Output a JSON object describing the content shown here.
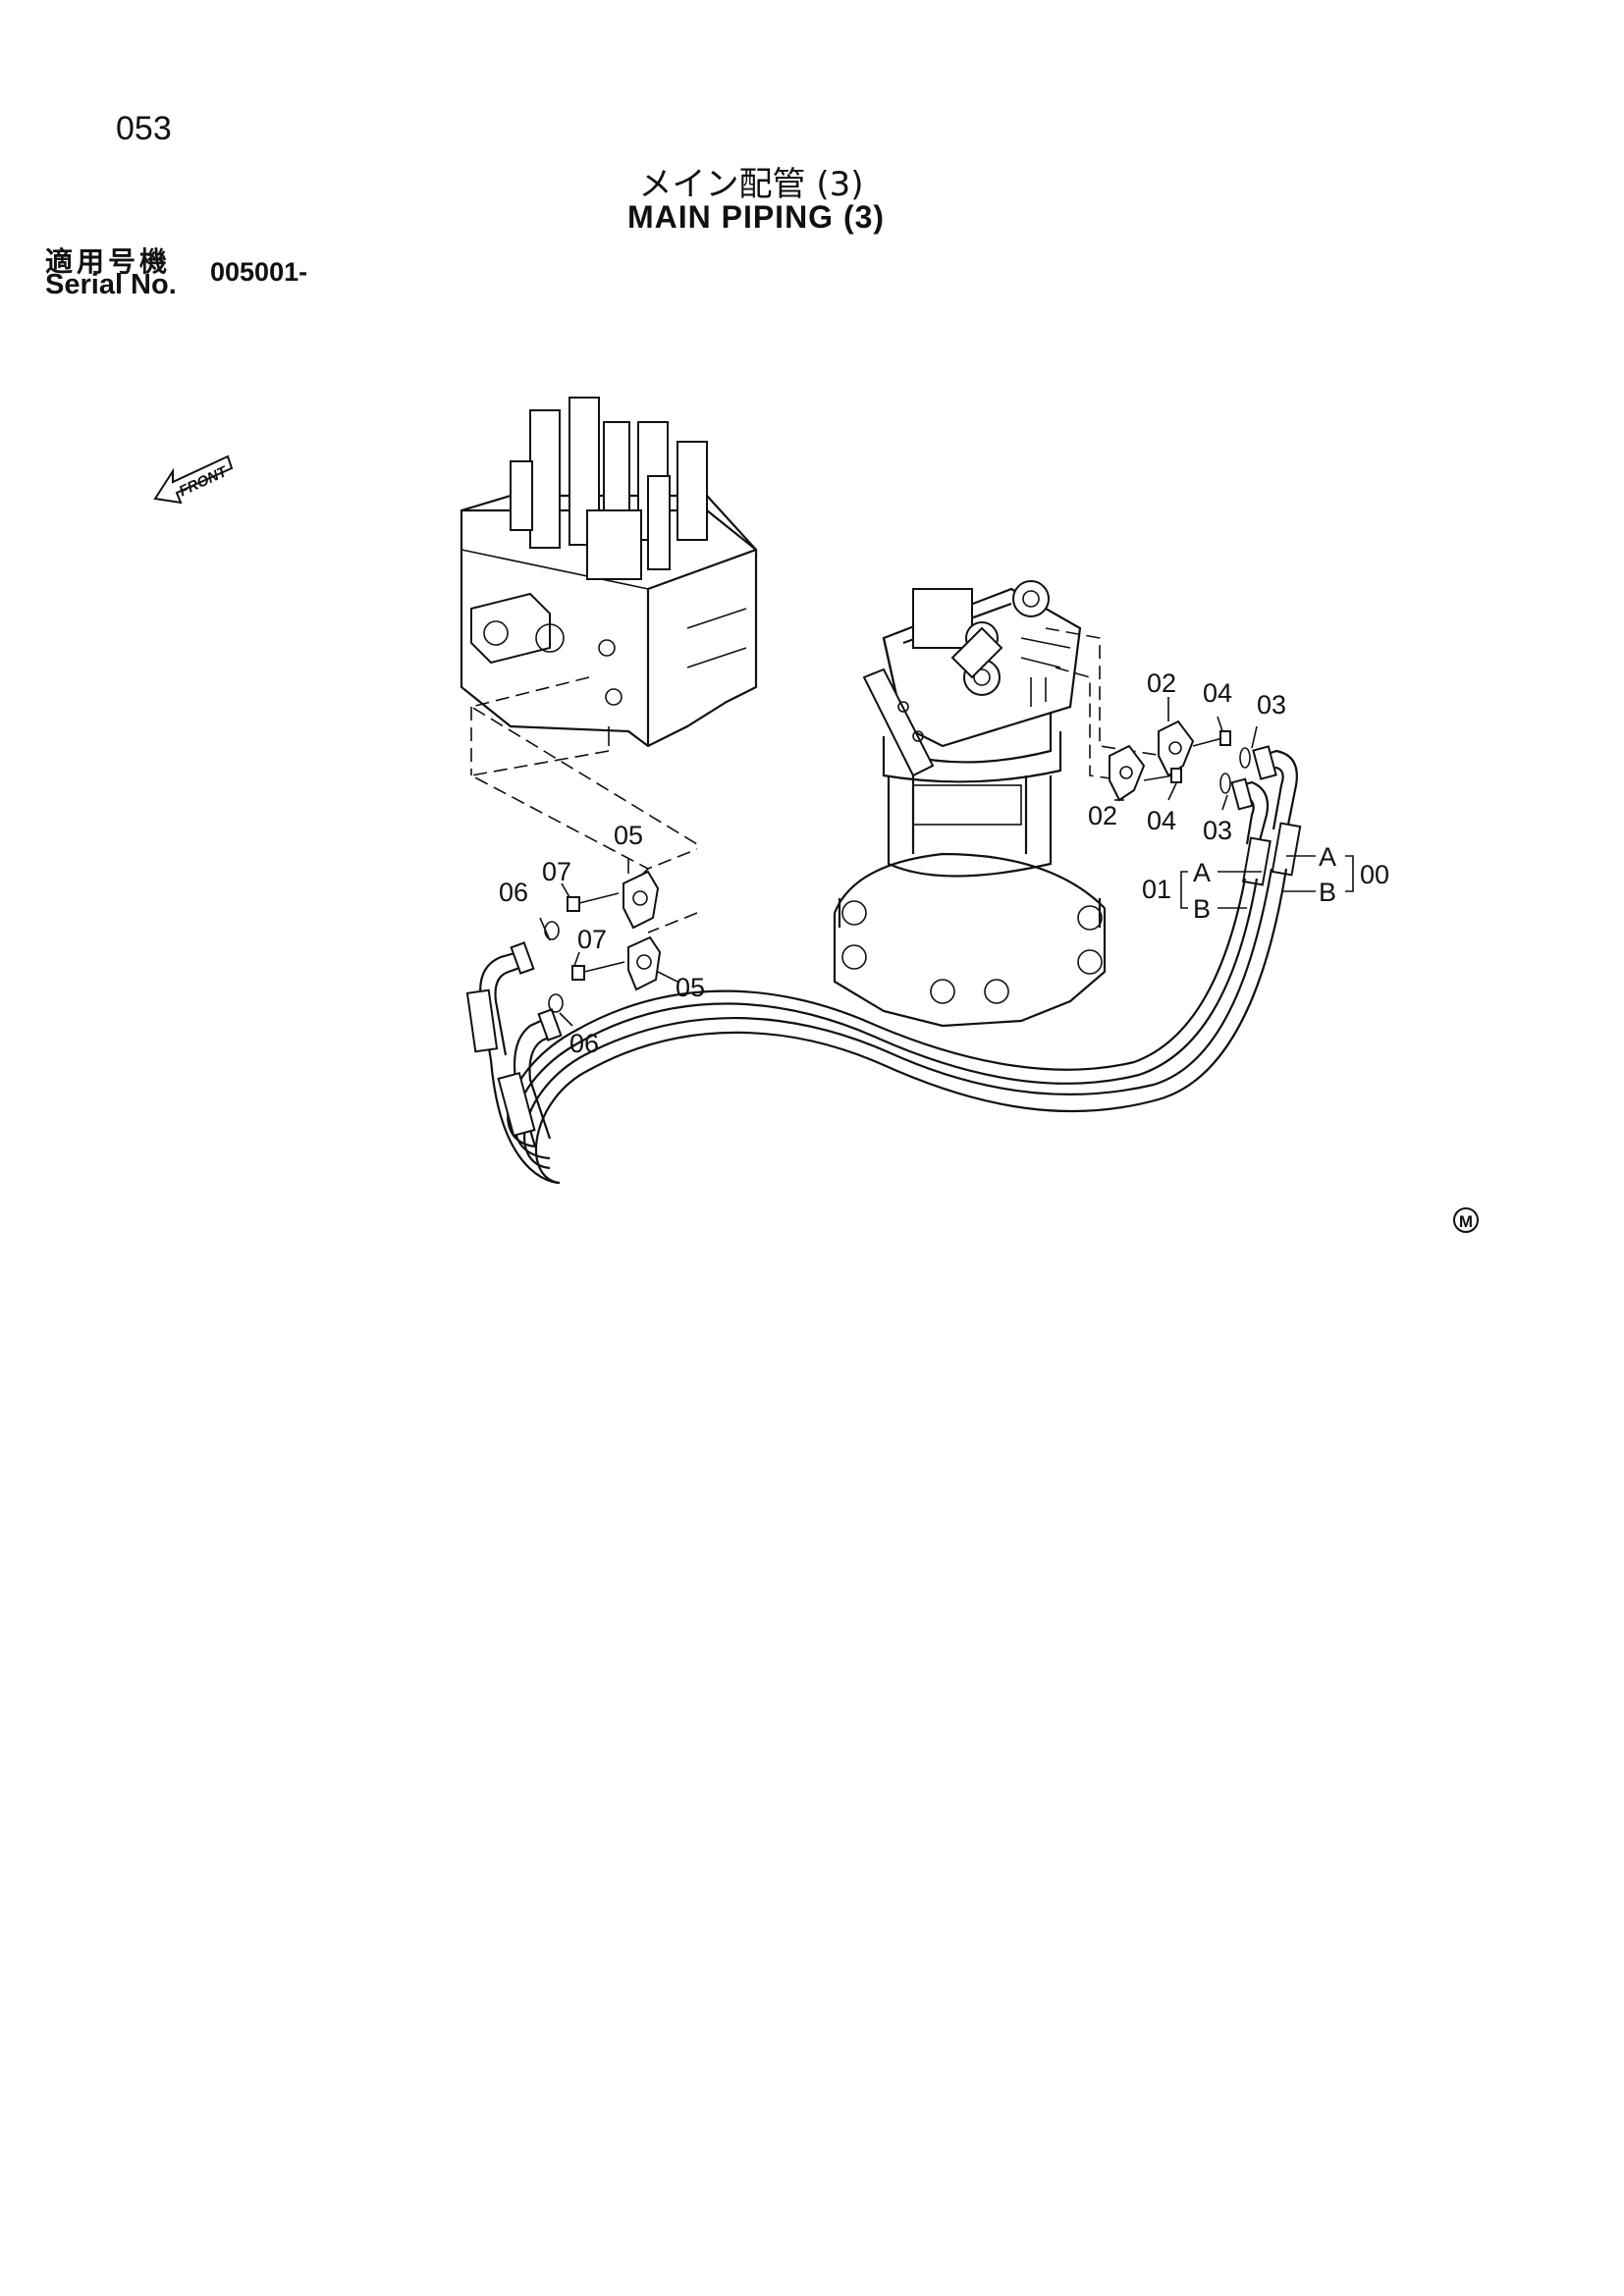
{
  "header": {
    "page_number": "053",
    "title_jp": "メイン配管 (3)",
    "title_en": "MAIN PIPING (3)",
    "serial_label_jp": "適用号機",
    "serial_label_en": "Serial No.",
    "serial_value": "005001-"
  },
  "diagram": {
    "front_label": "FRONT",
    "callouts": {
      "c00": "00",
      "c01": "01",
      "c02a": "02",
      "c02b": "02",
      "c03a": "03",
      "c03b": "03",
      "c04a": "04",
      "c04b": "04",
      "c05a": "05",
      "c05b": "05",
      "c06a": "06",
      "c06b": "06",
      "c07a": "07",
      "c07b": "07",
      "hose_a_left": "A",
      "hose_b_left": "B",
      "hose_a_right": "A",
      "hose_b_right": "B"
    },
    "mark": "M"
  }
}
